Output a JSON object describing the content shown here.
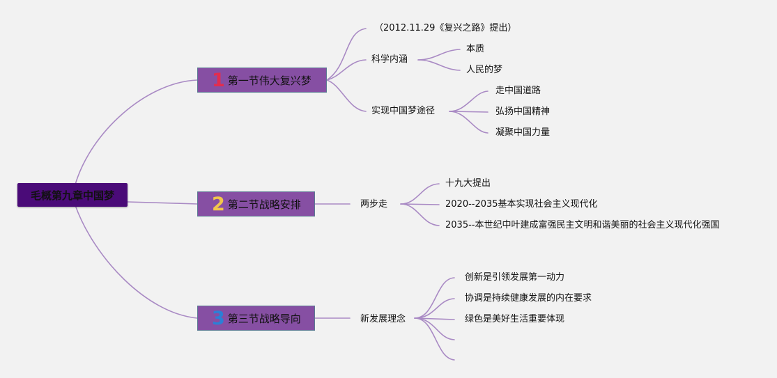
{
  "root": {
    "label": "毛概第九章中国梦"
  },
  "branches": [
    {
      "number": "1",
      "label": "第一节伟大复兴梦",
      "note": "（2012.11.29《复兴之路》提出）",
      "children": [
        {
          "label": "科学内涵",
          "children": [
            "本质",
            "人民的梦"
          ]
        },
        {
          "label": "实现中国梦途径",
          "children": [
            "走中国道路",
            "弘扬中国精神",
            "凝聚中国力量"
          ]
        }
      ]
    },
    {
      "number": "2",
      "label": "第二节战略安排",
      "children": [
        {
          "label": "两步走",
          "children": [
            "十九大提出",
            "2020--2035基本实现社会主义现代化",
            "2035--本世纪中叶建成富强民主文明和谐美丽的社会主义现代化强国"
          ]
        }
      ]
    },
    {
      "number": "3",
      "label": "第三节战略导向",
      "children": [
        {
          "label": "新发展理念",
          "children": [
            "创新是引领发展第一动力",
            "协调是持续健康发展的内在要求",
            "绿色是美好生活重要体现",
            "",
            ""
          ]
        }
      ]
    }
  ],
  "colors": {
    "line": "#a98ac4",
    "root_bg": "#4a0b78",
    "branch_bg": "#864fa3",
    "branch_border": "#5c7a93",
    "num1": "#e22d4f",
    "num2": "#f2c64b",
    "num3": "#2c7fd6"
  }
}
